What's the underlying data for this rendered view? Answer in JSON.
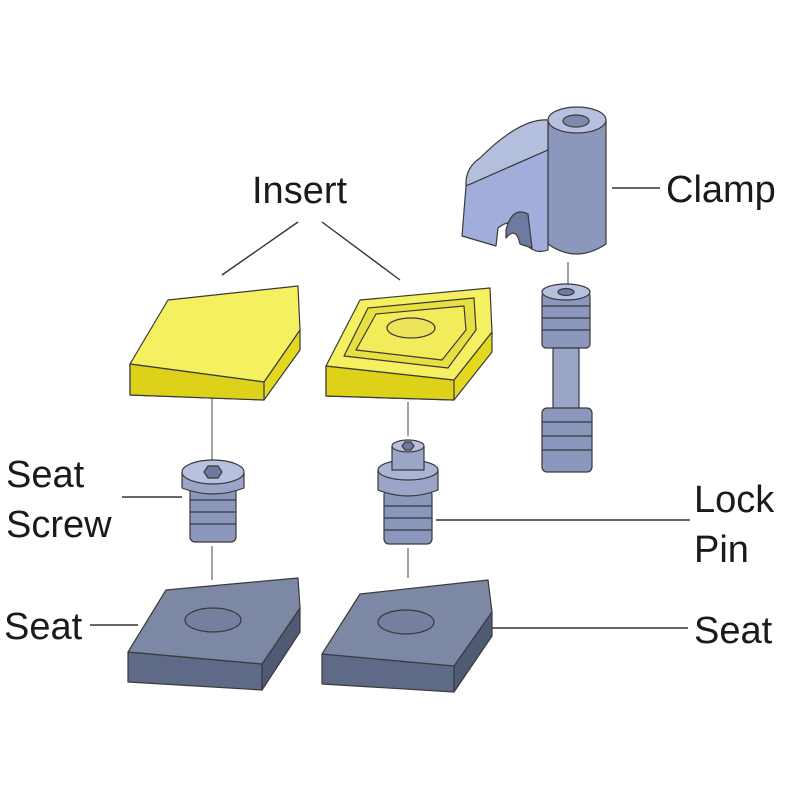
{
  "labels": {
    "insert": "Insert",
    "clamp": "Clamp",
    "seat_screw_line1": "Seat",
    "seat_screw_line2": "Screw",
    "lock_pin_line1": "Lock",
    "lock_pin_line2": "Pin",
    "seat_left": "Seat",
    "seat_right": "Seat"
  },
  "colors": {
    "insert_top": "#f4f060",
    "insert_side": "#e2d820",
    "insert_dark": "#c8bc10",
    "steel_light": "#a9b4d6",
    "steel_mid": "#8c97bd",
    "steel_dark": "#6e7aa0",
    "seat_top": "#7c88a4",
    "seat_side": "#5e6a86"
  }
}
